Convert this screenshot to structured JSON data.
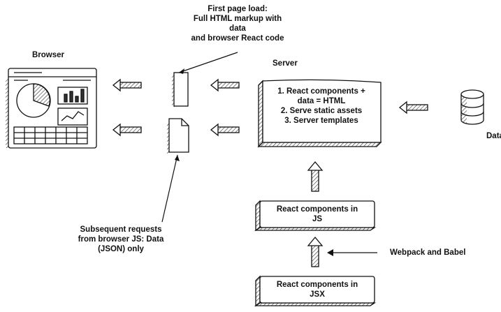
{
  "labels": {
    "first_load": [
      "First page load:",
      "Full HTML markup with",
      "data",
      "and browser React code"
    ],
    "browser": "Browser",
    "server": "Server",
    "data": "Data",
    "subsequent": [
      "Subsequent requests",
      "from browser JS: Data",
      "(JSON) only"
    ],
    "webpack": "Webpack and Babel"
  },
  "server_box": {
    "lines": [
      "1. React components +",
      "data = HTML",
      "2. Serve static assets",
      "3. Server templates"
    ]
  },
  "react_js_box": {
    "lines": [
      "React components in",
      "JS"
    ]
  },
  "react_jsx_box": {
    "lines": [
      "React components in",
      "JSX"
    ]
  },
  "colors": {
    "stroke": "#111111",
    "fill": "#ffffff",
    "hatch": "#333333"
  }
}
